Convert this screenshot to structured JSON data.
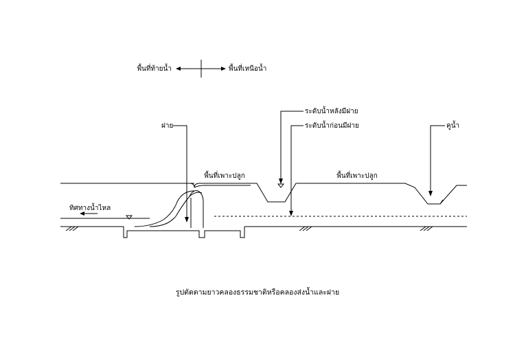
{
  "direction": {
    "downstream": "พื้นที่ท้ายน้ำ",
    "upstream": "พื้นที่เหนือน้ำ"
  },
  "labels": {
    "weir": "ฝาย",
    "water_level_after": "ระดับน้ำหลังมีฝาย",
    "water_level_before": "ระดับน้ำก่อนมีฝาย",
    "ditch": "คูน้ำ",
    "farmland_left": "พื้นที่เพาะปลูก",
    "farmland_right": "พื้นที่เพาะปลูก",
    "flow_direction": "ทิศทางน้ำไหล"
  },
  "caption": "รูปตัดตามยาวคลองธรรมชาติหรือคลองส่งน้ำและฝาย"
}
